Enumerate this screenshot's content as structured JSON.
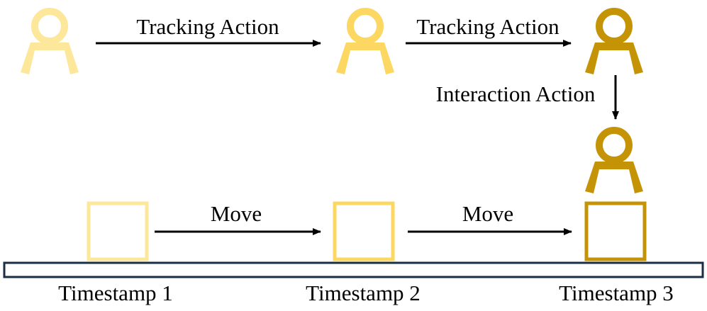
{
  "colors": {
    "light": "#FDE79A",
    "medium": "#FCD762",
    "dark": "#C49406",
    "arrow": "#000000",
    "table_border": "#1A2E44"
  },
  "icons": {
    "robot": "robot-gripper-icon",
    "object": "square-object-icon"
  },
  "labels": {
    "tracking_action_1": "Tracking Action",
    "tracking_action_2": "Tracking Action",
    "interaction_action": "Interaction Action",
    "move_1": "Move",
    "move_2": "Move"
  },
  "timestamps": [
    "Timestamp 1",
    "Timestamp 2",
    "Timestamp 3"
  ]
}
